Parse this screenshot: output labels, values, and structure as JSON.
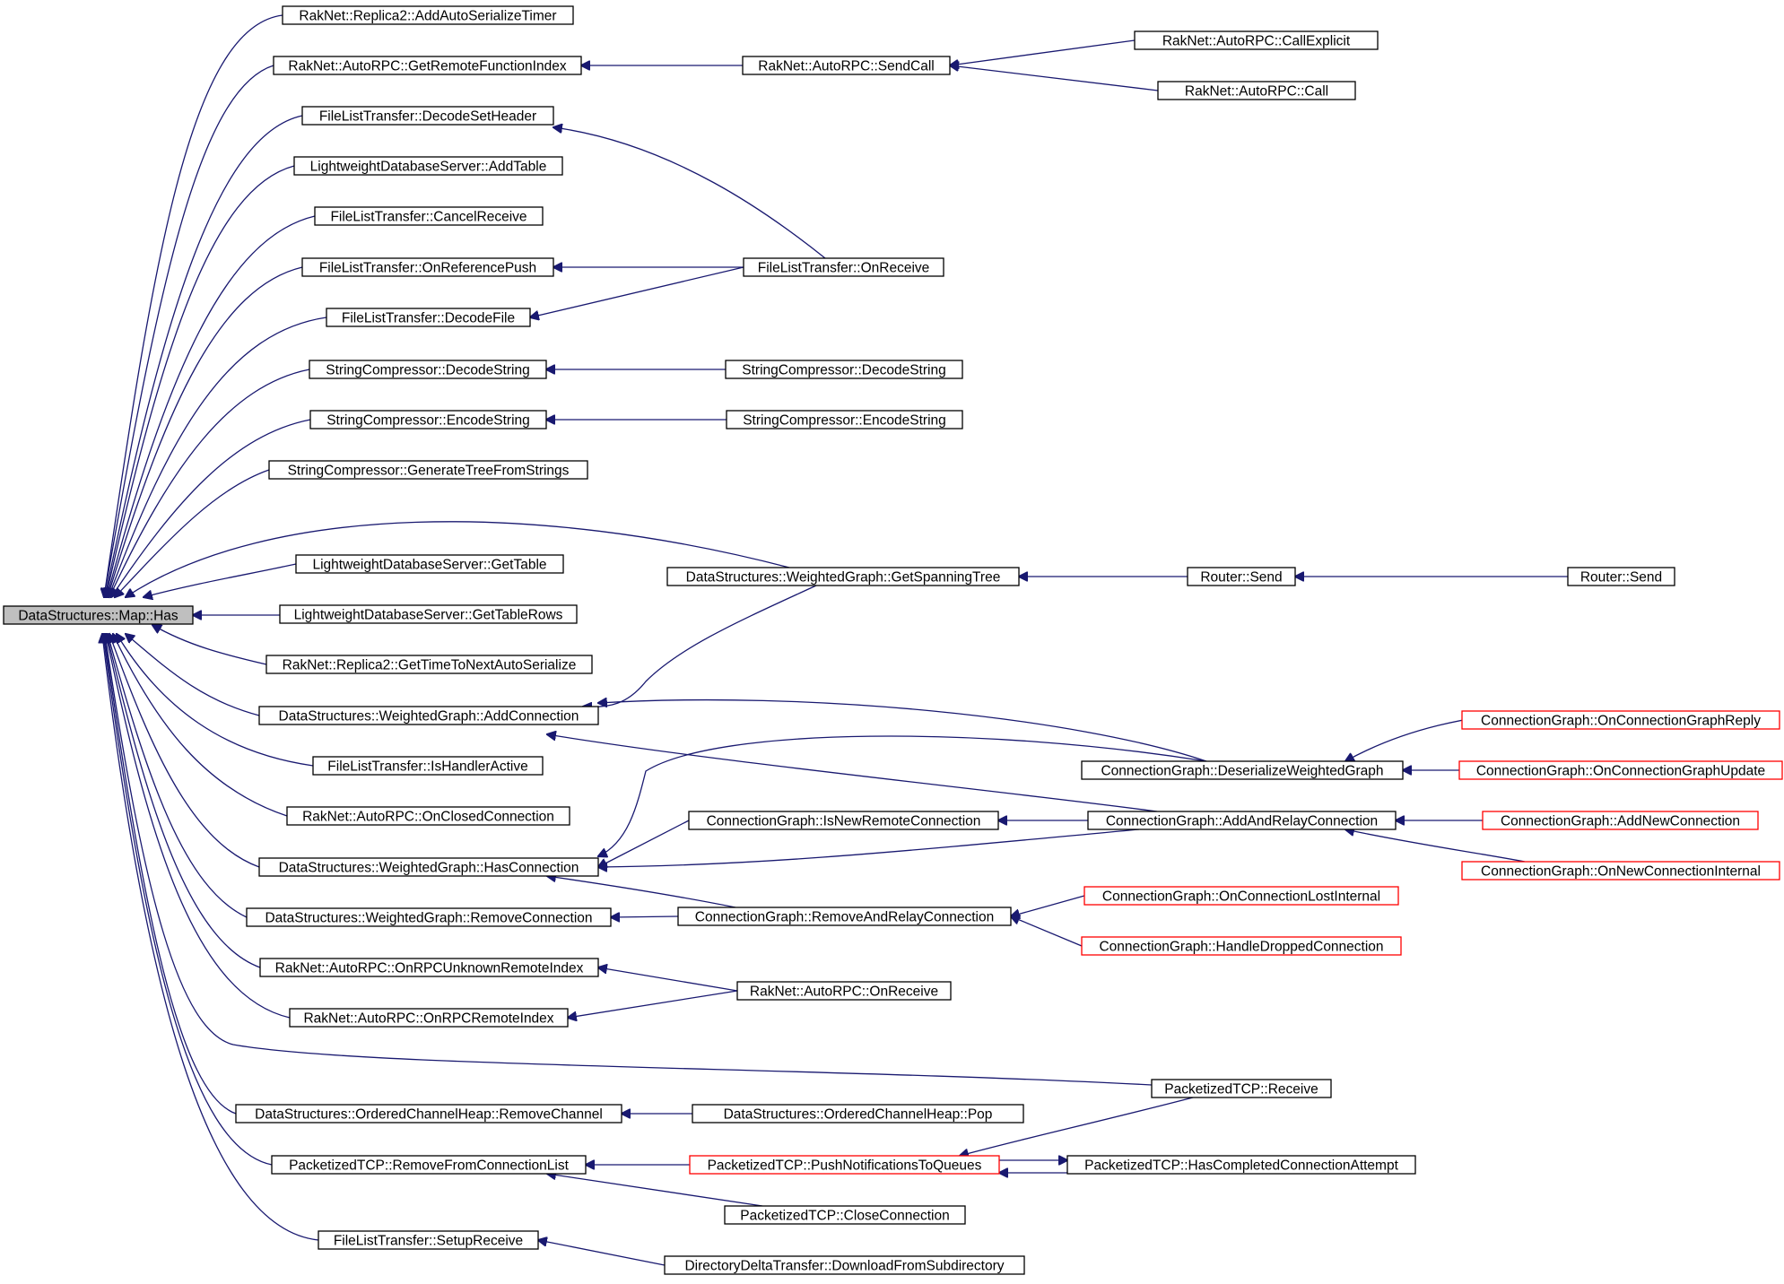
{
  "diagram": {
    "title": "",
    "colors": {
      "edge": "#191970",
      "box_border": "#000000",
      "box_border_undocumented": "#ff0000",
      "root_fill": "#bfbfbf",
      "box_fill": "#ffffff"
    },
    "nodes": [
      {
        "id": "n_has",
        "label": "DataStructures::Map::Has",
        "style": "root"
      },
      {
        "id": "n_r2_addauto",
        "label": "RakNet::Replica2::AddAutoSerializeTimer",
        "style": "normal"
      },
      {
        "id": "n_arpc_getremote",
        "label": "RakNet::AutoRPC::GetRemoteFunctionIndex",
        "style": "normal"
      },
      {
        "id": "n_flt_decodeset",
        "label": "FileListTransfer::DecodeSetHeader",
        "style": "normal"
      },
      {
        "id": "n_ldb_addtable",
        "label": "LightweightDatabaseServer::AddTable",
        "style": "normal"
      },
      {
        "id": "n_flt_cancel",
        "label": "FileListTransfer::CancelReceive",
        "style": "normal"
      },
      {
        "id": "n_flt_onrefpush",
        "label": "FileListTransfer::OnReferencePush",
        "style": "normal"
      },
      {
        "id": "n_flt_decodefile",
        "label": "FileListTransfer::DecodeFile",
        "style": "normal"
      },
      {
        "id": "n_sc_decode",
        "label": "StringCompressor::DecodeString",
        "style": "normal"
      },
      {
        "id": "n_sc_encode",
        "label": "StringCompressor::EncodeString",
        "style": "normal"
      },
      {
        "id": "n_sc_gentree",
        "label": "StringCompressor::GenerateTreeFromStrings",
        "style": "normal"
      },
      {
        "id": "n_ldb_gettable",
        "label": "LightweightDatabaseServer::GetTable",
        "style": "normal"
      },
      {
        "id": "n_ldb_getrows",
        "label": "LightweightDatabaseServer::GetTableRows",
        "style": "normal"
      },
      {
        "id": "n_r2_gettime",
        "label": "RakNet::Replica2::GetTimeToNextAutoSerialize",
        "style": "normal"
      },
      {
        "id": "n_wg_addconn",
        "label": "DataStructures::WeightedGraph::AddConnection",
        "style": "normal"
      },
      {
        "id": "n_flt_ishandler",
        "label": "FileListTransfer::IsHandlerActive",
        "style": "normal"
      },
      {
        "id": "n_arpc_onclosed",
        "label": "RakNet::AutoRPC::OnClosedConnection",
        "style": "normal"
      },
      {
        "id": "n_wg_hasconn",
        "label": "DataStructures::WeightedGraph::HasConnection",
        "style": "normal"
      },
      {
        "id": "n_wg_removeconn",
        "label": "DataStructures::WeightedGraph::RemoveConnection",
        "style": "normal"
      },
      {
        "id": "n_arpc_onunknown",
        "label": "RakNet::AutoRPC::OnRPCUnknownRemoteIndex",
        "style": "normal"
      },
      {
        "id": "n_arpc_onrpcremote",
        "label": "RakNet::AutoRPC::OnRPCRemoteIndex",
        "style": "normal"
      },
      {
        "id": "n_och_removechan",
        "label": "DataStructures::OrderedChannelHeap::RemoveChannel",
        "style": "normal"
      },
      {
        "id": "n_ptcp_removefrom",
        "label": "PacketizedTCP::RemoveFromConnectionList",
        "style": "normal"
      },
      {
        "id": "n_flt_setupreceive",
        "label": "FileListTransfer::SetupReceive",
        "style": "normal"
      },
      {
        "id": "n_arpc_sendcall",
        "label": "RakNet::AutoRPC::SendCall",
        "style": "normal"
      },
      {
        "id": "n_flt_onreceive",
        "label": "FileListTransfer::OnReceive",
        "style": "normal"
      },
      {
        "id": "n_sc_decode2",
        "label": "StringCompressor::DecodeString",
        "style": "normal"
      },
      {
        "id": "n_sc_encode2",
        "label": "StringCompressor::EncodeString",
        "style": "normal"
      },
      {
        "id": "n_wg_spanning",
        "label": "DataStructures::WeightedGraph::GetSpanningTree",
        "style": "normal"
      },
      {
        "id": "n_cg_isnew",
        "label": "ConnectionGraph::IsNewRemoteConnection",
        "style": "normal"
      },
      {
        "id": "n_cg_removerelay",
        "label": "ConnectionGraph::RemoveAndRelayConnection",
        "style": "normal"
      },
      {
        "id": "n_arpc_onreceive",
        "label": "RakNet::AutoRPC::OnReceive",
        "style": "normal"
      },
      {
        "id": "n_och_pop",
        "label": "DataStructures::OrderedChannelHeap::Pop",
        "style": "normal"
      },
      {
        "id": "n_ptcp_pushnotif",
        "label": "PacketizedTCP::PushNotificationsToQueues",
        "style": "red"
      },
      {
        "id": "n_ptcp_close",
        "label": "PacketizedTCP::CloseConnection",
        "style": "normal"
      },
      {
        "id": "n_ddt_download",
        "label": "DirectoryDeltaTransfer::DownloadFromSubdirectory",
        "style": "normal"
      },
      {
        "id": "n_arpc_callexplicit",
        "label": "RakNet::AutoRPC::CallExplicit",
        "style": "normal"
      },
      {
        "id": "n_arpc_call",
        "label": "RakNet::AutoRPC::Call",
        "style": "normal"
      },
      {
        "id": "n_router_send1",
        "label": "Router::Send",
        "style": "normal"
      },
      {
        "id": "n_cg_deserialize",
        "label": "ConnectionGraph::DeserializeWeightedGraph",
        "style": "normal"
      },
      {
        "id": "n_cg_addrelay",
        "label": "ConnectionGraph::AddAndRelayConnection",
        "style": "normal"
      },
      {
        "id": "n_cg_onlost",
        "label": "ConnectionGraph::OnConnectionLostInternal",
        "style": "red"
      },
      {
        "id": "n_cg_handledropped",
        "label": "ConnectionGraph::HandleDroppedConnection",
        "style": "red"
      },
      {
        "id": "n_ptcp_receive",
        "label": "PacketizedTCP::Receive",
        "style": "normal"
      },
      {
        "id": "n_ptcp_hascompleted",
        "label": "PacketizedTCP::HasCompletedConnectionAttempt",
        "style": "normal"
      },
      {
        "id": "n_router_send2",
        "label": "Router::Send",
        "style": "normal"
      },
      {
        "id": "n_cg_ongraphreply",
        "label": "ConnectionGraph::OnConnectionGraphReply",
        "style": "red"
      },
      {
        "id": "n_cg_ongraphupdate",
        "label": "ConnectionGraph::OnConnectionGraphUpdate",
        "style": "red"
      },
      {
        "id": "n_cg_addnew",
        "label": "ConnectionGraph::AddNewConnection",
        "style": "red"
      },
      {
        "id": "n_cg_onnewinternal",
        "label": "ConnectionGraph::OnNewConnectionInternal",
        "style": "red"
      }
    ],
    "edges": [
      {
        "from": "n_r2_addauto",
        "to": "n_has"
      },
      {
        "from": "n_arpc_getremote",
        "to": "n_has"
      },
      {
        "from": "n_flt_decodeset",
        "to": "n_has"
      },
      {
        "from": "n_ldb_addtable",
        "to": "n_has"
      },
      {
        "from": "n_flt_cancel",
        "to": "n_has"
      },
      {
        "from": "n_flt_onrefpush",
        "to": "n_has"
      },
      {
        "from": "n_flt_decodefile",
        "to": "n_has"
      },
      {
        "from": "n_sc_decode",
        "to": "n_has"
      },
      {
        "from": "n_sc_encode",
        "to": "n_has"
      },
      {
        "from": "n_sc_gentree",
        "to": "n_has"
      },
      {
        "from": "n_wg_spanning",
        "to": "n_has"
      },
      {
        "from": "n_ldb_gettable",
        "to": "n_has"
      },
      {
        "from": "n_ldb_getrows",
        "to": "n_has"
      },
      {
        "from": "n_r2_gettime",
        "to": "n_has"
      },
      {
        "from": "n_wg_addconn",
        "to": "n_has"
      },
      {
        "from": "n_flt_ishandler",
        "to": "n_has"
      },
      {
        "from": "n_arpc_onclosed",
        "to": "n_has"
      },
      {
        "from": "n_wg_hasconn",
        "to": "n_has"
      },
      {
        "from": "n_wg_removeconn",
        "to": "n_has"
      },
      {
        "from": "n_arpc_onunknown",
        "to": "n_has"
      },
      {
        "from": "n_arpc_onrpcremote",
        "to": "n_has"
      },
      {
        "from": "n_ptcp_receive",
        "to": "n_has"
      },
      {
        "from": "n_och_removechan",
        "to": "n_has"
      },
      {
        "from": "n_ptcp_removefrom",
        "to": "n_has"
      },
      {
        "from": "n_flt_setupreceive",
        "to": "n_has"
      },
      {
        "from": "n_arpc_sendcall",
        "to": "n_arpc_getremote"
      },
      {
        "from": "n_flt_onreceive",
        "to": "n_flt_decodeset"
      },
      {
        "from": "n_flt_onreceive",
        "to": "n_flt_onrefpush"
      },
      {
        "from": "n_flt_onreceive",
        "to": "n_flt_decodefile"
      },
      {
        "from": "n_sc_decode2",
        "to": "n_sc_decode"
      },
      {
        "from": "n_sc_encode2",
        "to": "n_sc_encode"
      },
      {
        "from": "n_wg_spanning",
        "to": "n_wg_addconn"
      },
      {
        "from": "n_cg_deserialize",
        "to": "n_wg_addconn"
      },
      {
        "from": "n_cg_addrelay",
        "to": "n_wg_addconn"
      },
      {
        "from": "n_cg_deserialize",
        "to": "n_wg_hasconn"
      },
      {
        "from": "n_cg_isnew",
        "to": "n_wg_hasconn"
      },
      {
        "from": "n_cg_addrelay",
        "to": "n_wg_hasconn"
      },
      {
        "from": "n_cg_removerelay",
        "to": "n_wg_hasconn"
      },
      {
        "from": "n_cg_removerelay",
        "to": "n_wg_removeconn"
      },
      {
        "from": "n_arpc_onreceive",
        "to": "n_arpc_onunknown"
      },
      {
        "from": "n_arpc_onreceive",
        "to": "n_arpc_onrpcremote"
      },
      {
        "from": "n_och_pop",
        "to": "n_och_removechan"
      },
      {
        "from": "n_ptcp_pushnotif",
        "to": "n_ptcp_removefrom"
      },
      {
        "from": "n_ptcp_close",
        "to": "n_ptcp_removefrom"
      },
      {
        "from": "n_ddt_download",
        "to": "n_flt_setupreceive"
      },
      {
        "from": "n_arpc_callexplicit",
        "to": "n_arpc_sendcall"
      },
      {
        "from": "n_arpc_call",
        "to": "n_arpc_sendcall"
      },
      {
        "from": "n_router_send1",
        "to": "n_wg_spanning"
      },
      {
        "from": "n_cg_addrelay",
        "to": "n_cg_isnew"
      },
      {
        "from": "n_cg_onlost",
        "to": "n_cg_removerelay"
      },
      {
        "from": "n_cg_handledropped",
        "to": "n_cg_removerelay"
      },
      {
        "from": "n_ptcp_receive",
        "to": "n_ptcp_pushnotif"
      },
      {
        "from": "n_ptcp_hascompleted",
        "to": "n_ptcp_pushnotif"
      },
      {
        "from": "n_ptcp_pushnotif",
        "to": "n_ptcp_hascompleted"
      },
      {
        "from": "n_router_send2",
        "to": "n_router_send1"
      },
      {
        "from": "n_cg_ongraphreply",
        "to": "n_cg_deserialize"
      },
      {
        "from": "n_cg_ongraphupdate",
        "to": "n_cg_deserialize"
      },
      {
        "from": "n_cg_addnew",
        "to": "n_cg_addrelay"
      },
      {
        "from": "n_cg_onnewinternal",
        "to": "n_cg_addrelay"
      }
    ]
  }
}
